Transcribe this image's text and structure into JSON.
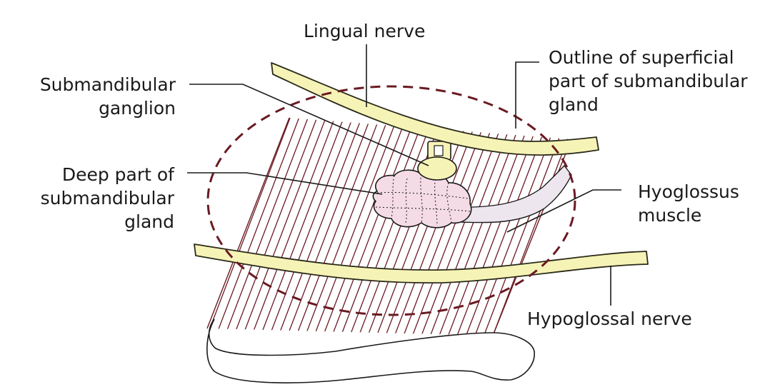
{
  "labels": {
    "lingual_nerve": "Lingual nerve",
    "outline_superficial": [
      "Outline of superficial",
      "part of submandibular",
      "gland"
    ],
    "submandibular_ganglion": [
      "Submandibular",
      "ganglion"
    ],
    "deep_part": [
      "Deep part of",
      "submandibular",
      "gland"
    ],
    "hyoglossus": [
      "Hyoglossus",
      "muscle"
    ],
    "hypoglossal_nerve": "Hypoglossal nerve"
  },
  "colors": {
    "nerve_fill": "#f6f3b6",
    "nerve_stroke": "#2a2a1a",
    "muscle_stripes": "#6a1a22",
    "gland_outline": "#6a1a22",
    "deep_gland_fill": "#f4dbe6",
    "duct_fill": "#ede6ef",
    "leader_line": "#1a1a1a"
  }
}
